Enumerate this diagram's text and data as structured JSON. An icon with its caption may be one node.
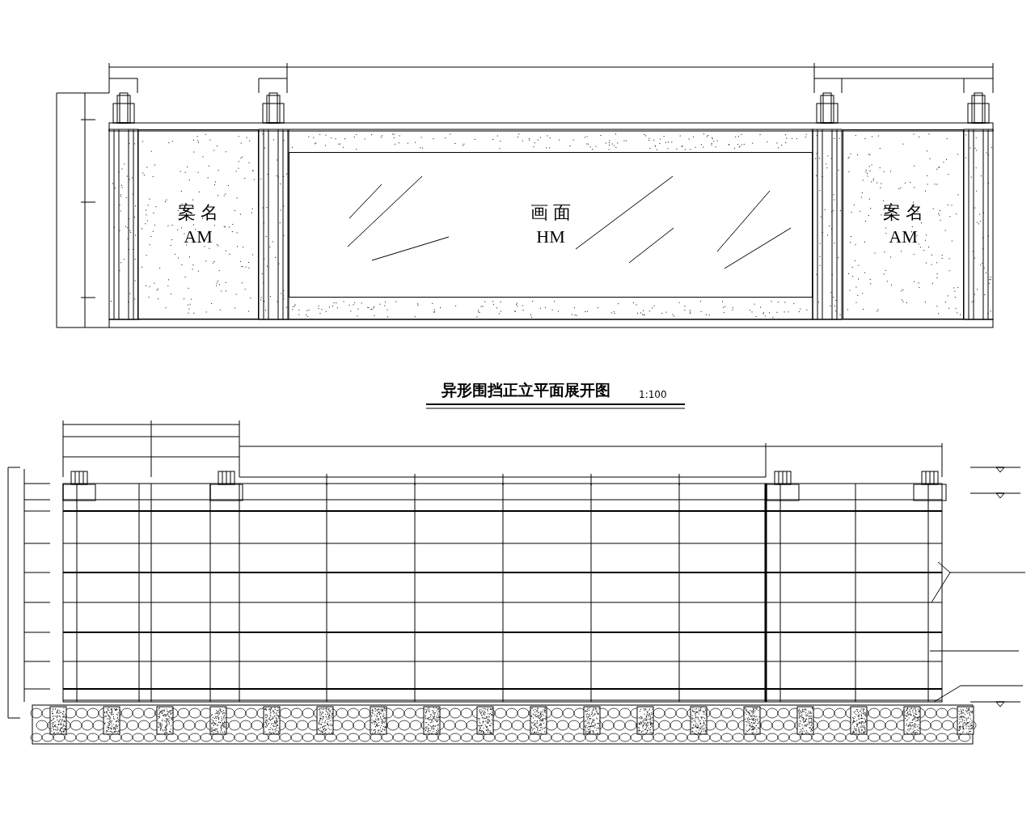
{
  "diagram": {
    "title": "异形围挡正立平面展开图",
    "nodes": [
      {
        "text": [
          "案 名",
          "AM"
        ]
      },
      {
        "text": [
          "画 面",
          "HM"
        ]
      },
      {
        "text": [
          "案 名",
          "AM"
        ]
      }
    ],
    "labels": [
      "1:100"
    ]
  }
}
